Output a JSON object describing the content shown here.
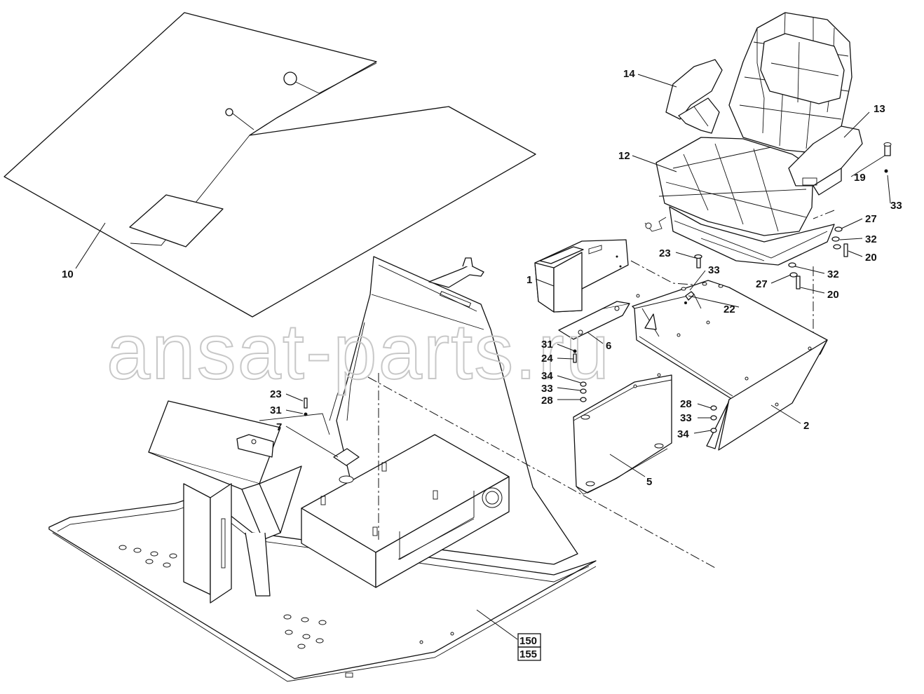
{
  "watermark": "ansat-parts.ru",
  "callouts": {
    "c1": "1",
    "c2": "2",
    "c5": "5",
    "c6": "6",
    "c7": "7",
    "c10": "10",
    "c12": "12",
    "c13": "13",
    "c14": "14",
    "c19": "19",
    "c20a": "20",
    "c20b": "20",
    "c22": "22",
    "c23a": "23",
    "c23b": "23",
    "c24": "24",
    "c27a": "27",
    "c27b": "27",
    "c28a": "28",
    "c28b": "28",
    "c31a": "31",
    "c31b": "31",
    "c32a": "32",
    "c32b": "32",
    "c33a": "33",
    "c33b": "33",
    "c33c": "33",
    "c33d": "33",
    "c34a": "34",
    "c34b": "34",
    "ref150": "150",
    "ref155": "155"
  }
}
